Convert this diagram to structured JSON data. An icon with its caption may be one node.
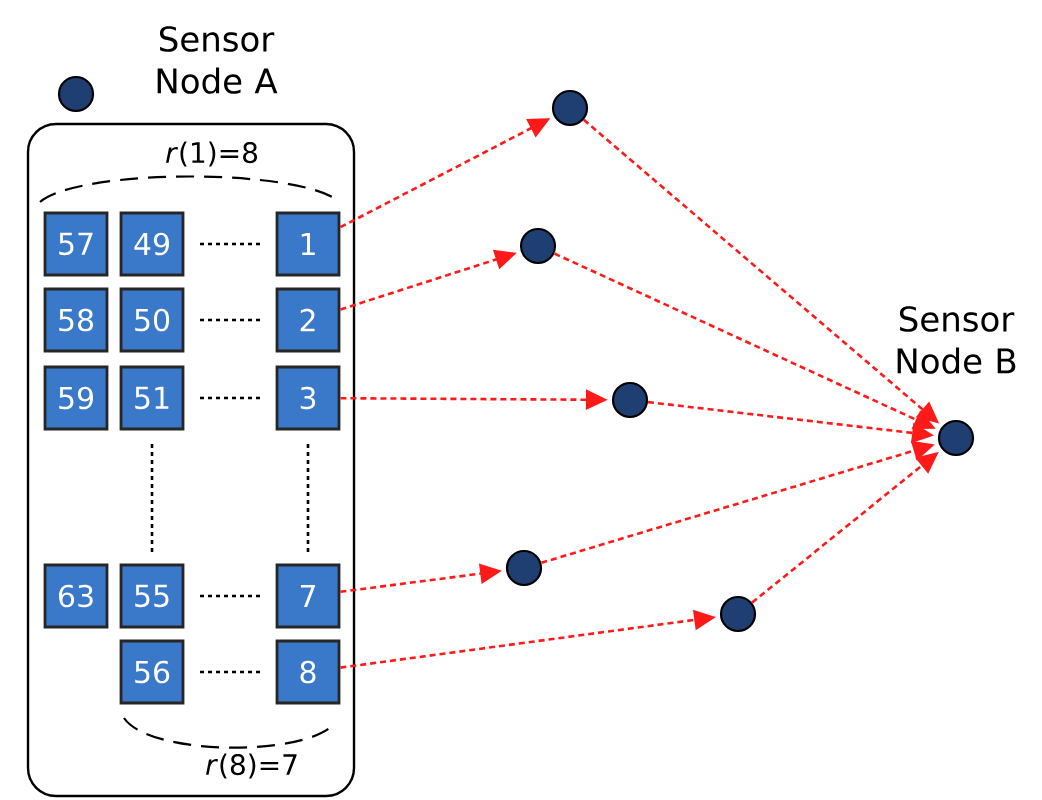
{
  "diagram": {
    "nodes": [
      {
        "text": [
          "Sensor Node A"
        ]
      },
      {
        "text": [
          "*r*(1)=8",
          "*r*(8)=7"
        ]
      },
      {
        "text": [
          "57"
        ],
        "in": 1
      },
      {
        "text": [
          "49"
        ],
        "in": 1
      },
      {
        "text": [
          "1"
        ],
        "in": 1
      },
      {
        "text": [
          "58"
        ],
        "in": 1
      },
      {
        "text": [
          "50"
        ],
        "in": 1
      },
      {
        "text": [
          "2"
        ],
        "in": 1
      },
      {
        "text": [
          "59"
        ],
        "in": 1
      },
      {
        "text": [
          "51"
        ],
        "in": 1
      },
      {
        "text": [
          "3"
        ],
        "in": 1
      },
      {
        "text": [
          "63"
        ],
        "in": 1
      },
      {
        "text": [
          "55"
        ],
        "in": 1
      },
      {
        "text": [
          "7"
        ],
        "in": 1
      },
      {
        "text": [
          "56"
        ],
        "in": 1
      },
      {
        "text": [
          "8"
        ],
        "in": 1
      },
      {
        "text": [],
        "shape": "circle"
      },
      {
        "text": [],
        "shape": "circle"
      },
      {
        "text": [],
        "shape": "circle"
      },
      {
        "text": [],
        "shape": "circle"
      },
      {
        "text": [],
        "shape": "circle"
      },
      {
        "text": [
          "Sensor Node B"
        ]
      }
    ],
    "edges": [
      {
        "from": 4,
        "to": 16,
        "arrow": "to"
      },
      {
        "from": 7,
        "to": 17,
        "arrow": "to"
      },
      {
        "from": 10,
        "to": 18,
        "arrow": "to"
      },
      {
        "from": 13,
        "to": 19,
        "arrow": "to"
      },
      {
        "from": 15,
        "to": 20,
        "arrow": "to"
      },
      {
        "from": 16,
        "to": 21,
        "arrow": "to"
      },
      {
        "from": 17,
        "to": 21,
        "arrow": "to"
      },
      {
        "from": 18,
        "to": 21,
        "arrow": "to"
      },
      {
        "from": 19,
        "to": 21,
        "arrow": "to"
      },
      {
        "from": 20,
        "to": 21,
        "arrow": "to"
      }
    ]
  }
}
